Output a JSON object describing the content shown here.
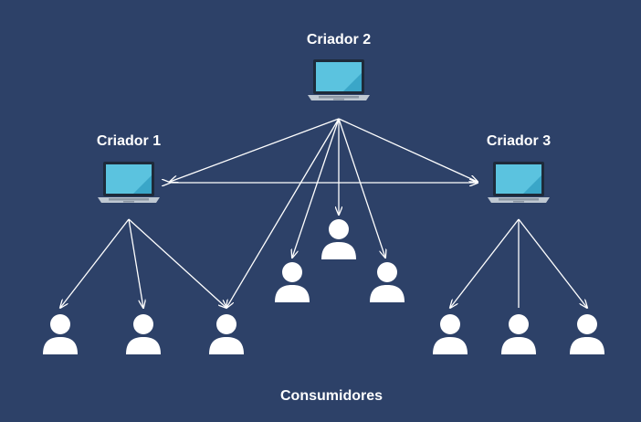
{
  "diagram": {
    "nodes": {
      "creator_1": {
        "label": "Criador 1",
        "icon": "laptop-icon"
      },
      "creator_2": {
        "label": "Criador 2",
        "icon": "laptop-icon"
      },
      "creator_3": {
        "label": "Criador 3",
        "icon": "laptop-icon"
      },
      "consumers_group": {
        "label": "Consumidores",
        "icon": "user-icon"
      }
    },
    "colors": {
      "background": "#2d4168",
      "screen": "#5bc3df",
      "screen_shade": "#3aa6c8",
      "laptop_body": "#bfc8d2",
      "laptop_frame": "#1e2a3a",
      "user": "#ffffff",
      "arrow": "#ffffff"
    }
  }
}
